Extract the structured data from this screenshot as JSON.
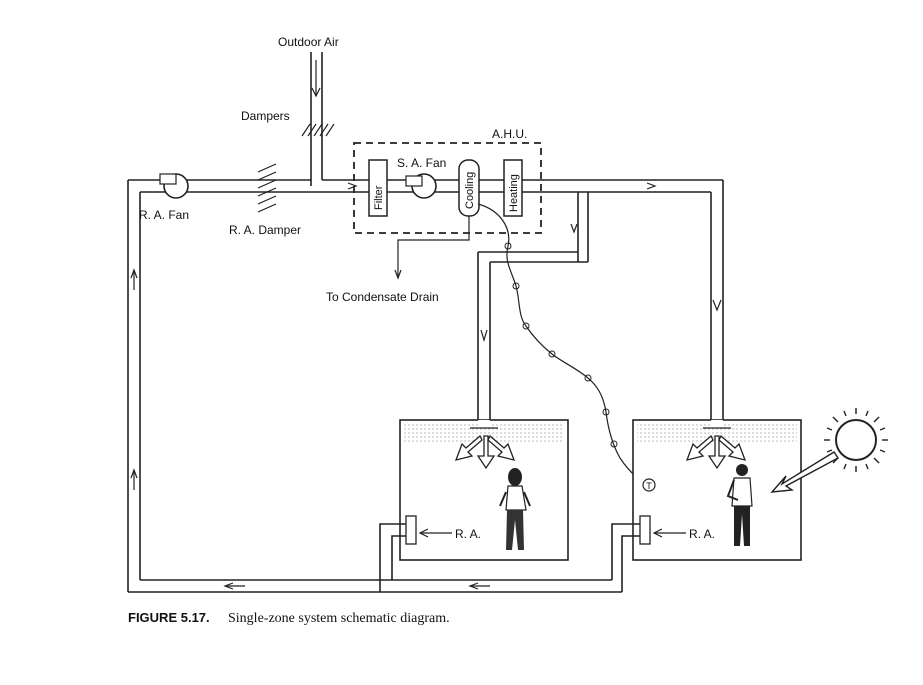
{
  "labels": {
    "outdoor_air": "Outdoor Air",
    "dampers": "Dampers",
    "ahu": "A.H.U.",
    "sa_fan": "S. A. Fan",
    "filter": "Filter",
    "cooling": "Cooling",
    "heating": "Heating",
    "ra_fan": "R. A. Fan",
    "ra_damper": "R. A. Damper",
    "condensate": "To Condensate Drain",
    "ra_left": "R. A.",
    "ra_right": "R. A.",
    "thermostat": "T"
  },
  "caption": {
    "number": "FIGURE 5.17.",
    "text": "Single-zone system schematic diagram."
  },
  "icons": [
    "sun-icon",
    "woman-figure-icon",
    "man-figure-icon",
    "fan-icon",
    "thermostat-icon"
  ]
}
